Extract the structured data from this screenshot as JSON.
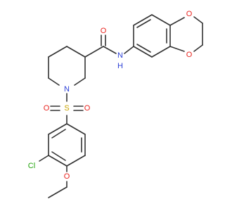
{
  "molecule": {
    "colors": {
      "carbon_bond": "#333333",
      "oxygen": "#e8231e",
      "nitrogen": "#2b3fd6",
      "sulfur": "#c9a400",
      "chlorine": "#22a30b"
    },
    "labels": {
      "amide_oxygen": "O",
      "amide_nitrogen": "N",
      "amide_hydrogen": "H",
      "dioxane_oxygen_top": "O",
      "dioxane_oxygen_bottom": "O",
      "piperidine_nitrogen": "N",
      "sulfonyl_sulfur": "S",
      "sulfonyl_oxygen_left": "O",
      "sulfonyl_oxygen_right": "O",
      "chlorine": "Cl",
      "ether_oxygen": "O"
    }
  }
}
